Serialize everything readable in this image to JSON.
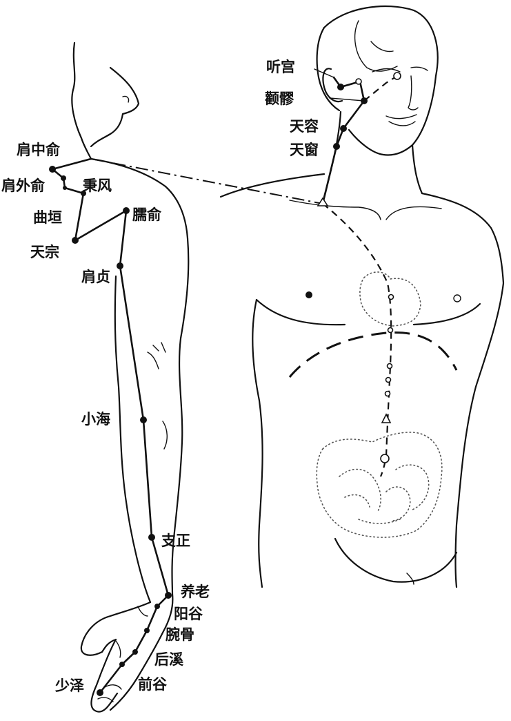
{
  "acupoints": {
    "jianzhongshu": "肩中俞",
    "jianwaishu": "肩外俞",
    "bingfeng": "秉风",
    "quyuan": "曲垣",
    "naoshu": "臑俞",
    "tianzong": "天宗",
    "jianzhen": "肩贞",
    "xiaohai": "小海",
    "zhizheng": "支正",
    "yanglao": "养老",
    "yanggu": "阳谷",
    "wangu": "腕骨",
    "houxi": "后溪",
    "qiangu": "前谷",
    "shaoze": "少泽",
    "tinggong": "听宫",
    "quanliao": "颧髎",
    "tianrong": "天容",
    "tianchuang": "天窗"
  },
  "colors": {
    "ink": "#111111",
    "background": "#ffffff",
    "organ_outline": "#555555"
  }
}
